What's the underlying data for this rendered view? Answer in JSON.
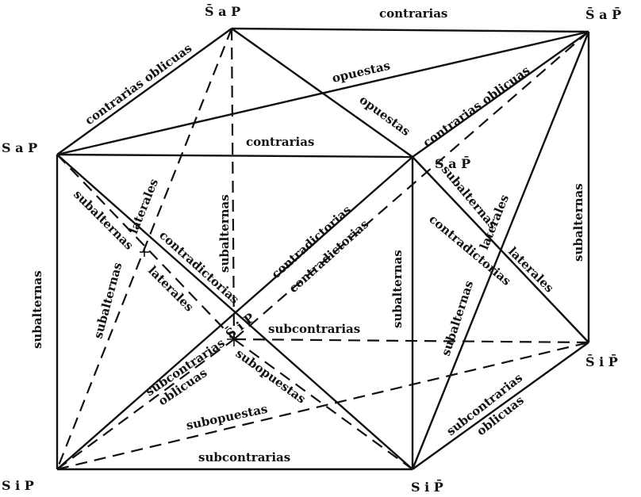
{
  "vertices": {
    "top_left_back": "S̄ a P",
    "top_right_back": "S̄ a P̄",
    "top_left_front": "S a P",
    "top_right_front": "S a P̄",
    "bottom_left_front": "S i P",
    "bottom_right_front": "S i P̄",
    "bottom_right_back": "S̄ i P̄",
    "bottom_left_back": "S̄ i P"
  },
  "labels": {
    "contrarias_top": "contrarias",
    "contrarias_oblicuas_left": "contrarias oblicuas",
    "opuestas_top": "opuestas",
    "opuestas_mid": "opuestas",
    "contrarias_oblicuas_right": "contrarias oblicuas",
    "contrarias_front": "contrarias",
    "subalternas_left": "subalternas",
    "subalternas_diag_left": "subalternas",
    "laterales_upper_left": "laterales",
    "subalternas_back_vertical": "subalternas",
    "subalternas_center_vertical": "subalternas",
    "subalternas_right_vertical": "subalternas",
    "subalternas_diag_right_upper": "subalternas",
    "laterales_right_upper": "laterales",
    "laterales_right_lower": "laterales",
    "subalternas_diag_lower_left": "subalternas",
    "laterales_lower_left": "laterales",
    "contradictorias_1": "contradictorias",
    "contradictorias_2": "contradictorias",
    "contradictorias_3": "contradictorias",
    "contradictorias_4": "contradictorias",
    "subalternas_diag_right_lower": "subalternas",
    "subcontrarias_back": "subcontrarias",
    "subcontrarias_oblicuas_left_1": "subcontrarias",
    "subcontrarias_oblicuas_left_2": "oblicuas",
    "subopuestas_1": "subopuestas",
    "subopuestas_2": "subopuestas",
    "subcontrarias_bottom": "subcontrarias",
    "subcontrarias_right": "subcontrarias",
    "oblicuas_right": "oblicuas"
  }
}
